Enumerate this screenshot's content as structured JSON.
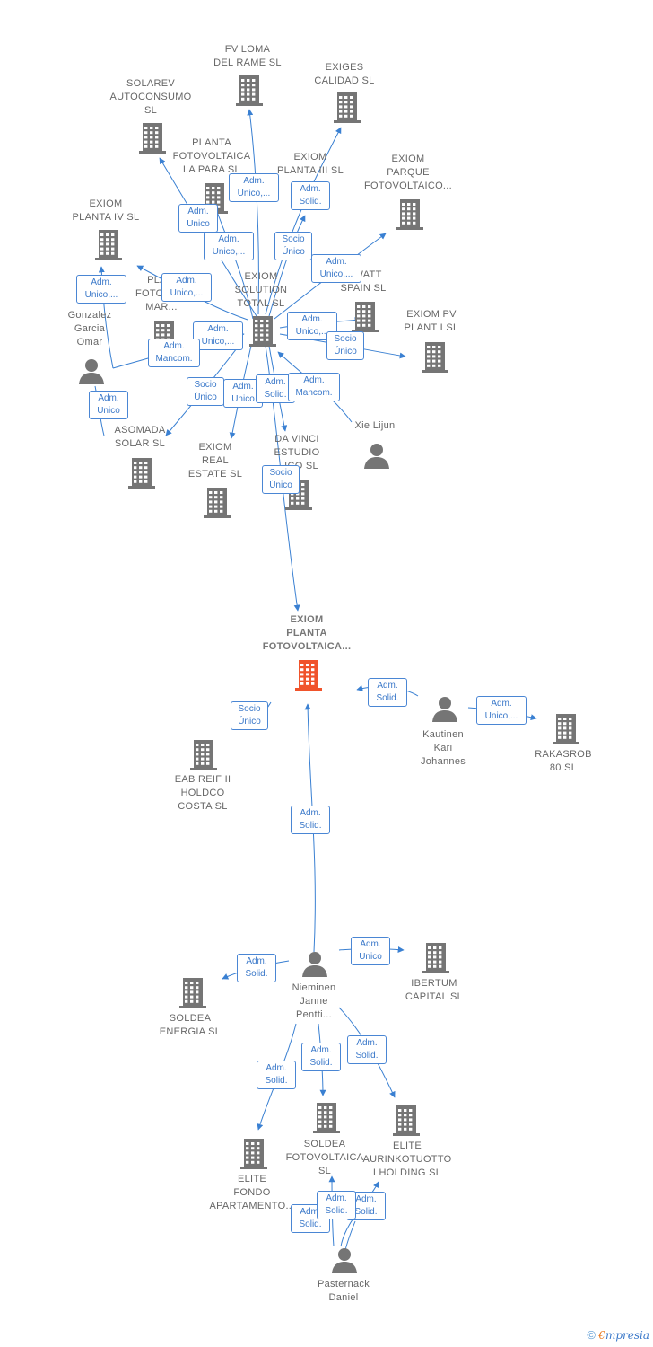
{
  "colors": {
    "edge": "#3a80d2",
    "building": "#757575",
    "main_building": "#f0532b",
    "person": "#757575",
    "badge_border": "#4a86d4",
    "badge_text": "#3a78c9"
  },
  "nodes": {
    "fv_loma": "FV LOMA\nDEL RAME  SL",
    "exiges": "EXIGES\nCALIDAD  SL",
    "solarev": "SOLAREV\nAUTOCONSUMO\nSL",
    "planta_la_para": "PLANTA\nFOTOVOLTAICA\nLA PARA  SL",
    "exiom_planta_iii": "EXIOM\nPLANTA III  SL",
    "exiom_parque": "EXIOM\nPARQUE\nFOTOVOLTAICO...",
    "exiom_planta_iv": "EXIOM\nPLANTA IV  SL",
    "planta_mar": "PLA...\nFOTOVO...\nMAR...",
    "exiom_solution": "EXIOM\nSOLUTION\nTOTAL SL",
    "watt_spain": "...WATT\nSPAIN  SL",
    "exiom_pv": "EXIOM PV\nPLANT I  SL",
    "gonzalez": "Gonzalez\nGarcia\nOmar",
    "asomada": "ASOMADA\nSOLAR  SL",
    "exiom_real": "EXIOM\nREAL\nESTATE  SL",
    "da_vinci": "DA VINCI\nESTUDIO\n...ICO SL",
    "xie": "Xie Lijun",
    "main": "EXIOM\nPLANTA\nFOTOVOLTAICA...",
    "eab": "EAB REIF II\nHOLDCO\nCOSTA  SL",
    "kautinen": "Kautinen\nKari\nJohannes",
    "rakasrob": "RAKASROB\n80  SL",
    "nieminen": "Nieminen\nJanne\nPentti...",
    "soldea_energia": "SOLDEA\nENERGIA  SL",
    "ibertum": "IBERTUM\nCAPITAL  SL",
    "elite_fondo": "ELITE\nFONDO\nAPARTAMENTO...",
    "soldea_foto": "SOLDEA\nFOTOVOLTAICA\nSL",
    "elite_aurinko": "ELITE\nAURINKOTUOTTO\nI HOLDING  SL",
    "pasternack": "Pasternack\nDaniel"
  },
  "badges": {
    "b_fvloma": "Adm.\nUnico,...",
    "b_exiges": "Adm.\nSolid.",
    "b_lapara": "Adm.\nUnico",
    "b_solution_up": "Adm.\nUnico,...",
    "b_exiom3": "Socio\nÚnico",
    "b_parque": "Adm.\nUnico,...",
    "b_planta4": "Adm.\nUnico,...",
    "b_mar": "Adm.\nUnico,...",
    "b_watt": "Adm.\nUnico,...",
    "b_pv": "Socio\nÚnico",
    "b_gonz1": "Adm.\nUnico,...",
    "b_gonz2": "Adm.\nMancom.",
    "b_asomada_adm": "Adm.\nUnico",
    "b_asomada_socio": "Socio\nÚnico",
    "b_real": "Adm.\nUnico",
    "b_davinci": "Adm.\nSolid.",
    "b_xie": "Adm.\nMancom.",
    "b_main_socio": "Socio\nÚnico",
    "b_eab": "Socio\nÚnico",
    "b_kaut_main": "Adm.\nSolid.",
    "b_kaut_raka": "Adm.\nUnico,...",
    "b_niem_main": "Adm.\nSolid.",
    "b_niem_soldea": "Adm.\nSolid.",
    "b_niem_ibertum": "Adm.\nUnico",
    "b_niem_fondo": "Adm.\nSolid.",
    "b_niem_sfoto": "Adm.\nSolid.",
    "b_niem_aurinko": "Adm.\nSolid.",
    "b_past1": "Adm.\nSolid.",
    "b_past2": "Adm.\nSolid.",
    "b_past3": "Adm.\nSolid."
  },
  "brand": {
    "copyright": "©",
    "e": "€",
    "rest": "mpresia"
  }
}
